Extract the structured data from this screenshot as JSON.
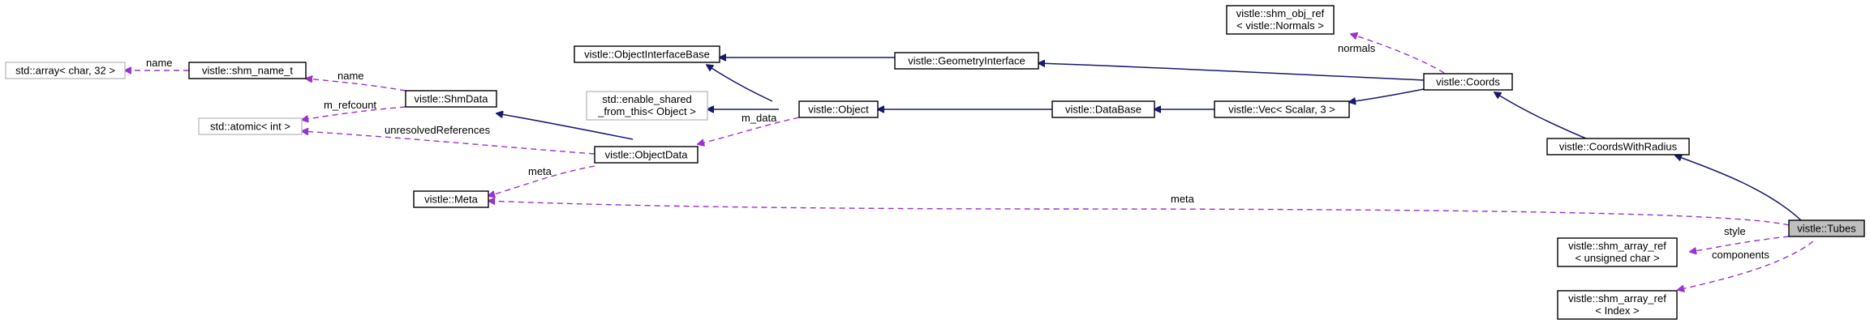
{
  "colors": {
    "inheritance": "#191970",
    "usage": "#9a32cd",
    "focus_fill": "#bfbfbf",
    "external_border": "#bfbfbf"
  },
  "nodes": {
    "std_array": {
      "lines": [
        "std::array< char, 32 >"
      ]
    },
    "shm_name_t": {
      "lines": [
        "vistle::shm_name_t"
      ]
    },
    "std_atomic": {
      "lines": [
        "std::atomic< int >"
      ]
    },
    "shmdata": {
      "lines": [
        "vistle::ShmData"
      ]
    },
    "meta": {
      "lines": [
        "vistle::Meta"
      ]
    },
    "enable_shared": {
      "lines": [
        "std::enable_shared",
        "_from_this< Object >"
      ]
    },
    "objectdata": {
      "lines": [
        "vistle::ObjectData"
      ]
    },
    "object_iface": {
      "lines": [
        "vistle::ObjectInterfaceBase"
      ]
    },
    "object": {
      "lines": [
        "vistle::Object"
      ]
    },
    "geometry_iface": {
      "lines": [
        "vistle::GeometryInterface"
      ]
    },
    "database": {
      "lines": [
        "vistle::DataBase"
      ]
    },
    "shm_obj_ref": {
      "lines": [
        "vistle::shm_obj_ref",
        "< vistle::Normals >"
      ]
    },
    "vec": {
      "lines": [
        "vistle::Vec< Scalar, 3 >"
      ]
    },
    "coords": {
      "lines": [
        "vistle::Coords"
      ]
    },
    "coords_radius": {
      "lines": [
        "vistle::CoordsWithRadius"
      ]
    },
    "tubes": {
      "lines": [
        "vistle::Tubes"
      ]
    },
    "shm_array_uchar": {
      "lines": [
        "vistle::shm_array_ref",
        "< unsigned char >"
      ]
    },
    "shm_array_index": {
      "lines": [
        "vistle::shm_array_ref",
        "< Index >"
      ]
    }
  },
  "edge_labels": {
    "name_array": "name",
    "name_shmdata": "name",
    "m_refcount": "m_refcount",
    "unresolved": "unresolvedReferences",
    "meta_objectdata": "meta",
    "m_data": "m_data",
    "normals": "normals",
    "meta_tubes": "meta",
    "style": "style",
    "components": "components"
  }
}
